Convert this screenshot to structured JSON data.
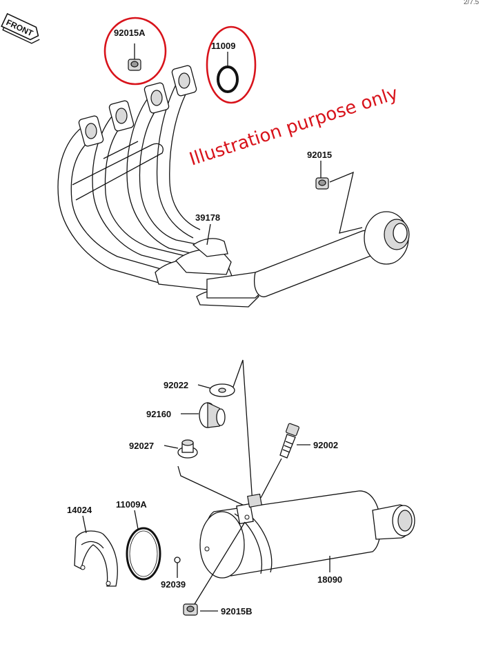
{
  "front_badge": "FRONT",
  "corner_text": "2/7.5",
  "annotation": "Illustration purpose only",
  "parts": {
    "p92015A": "92015A",
    "p11009": "11009",
    "p92015": "92015",
    "p39178": "39178",
    "p92022": "92022",
    "p92160": "92160",
    "p92027": "92027",
    "p92002": "92002",
    "p14024": "14024",
    "p11009A": "11009A",
    "p92039": "92039",
    "p18090": "18090",
    "p92015B": "92015B"
  },
  "highlight_color": "#d8131b"
}
